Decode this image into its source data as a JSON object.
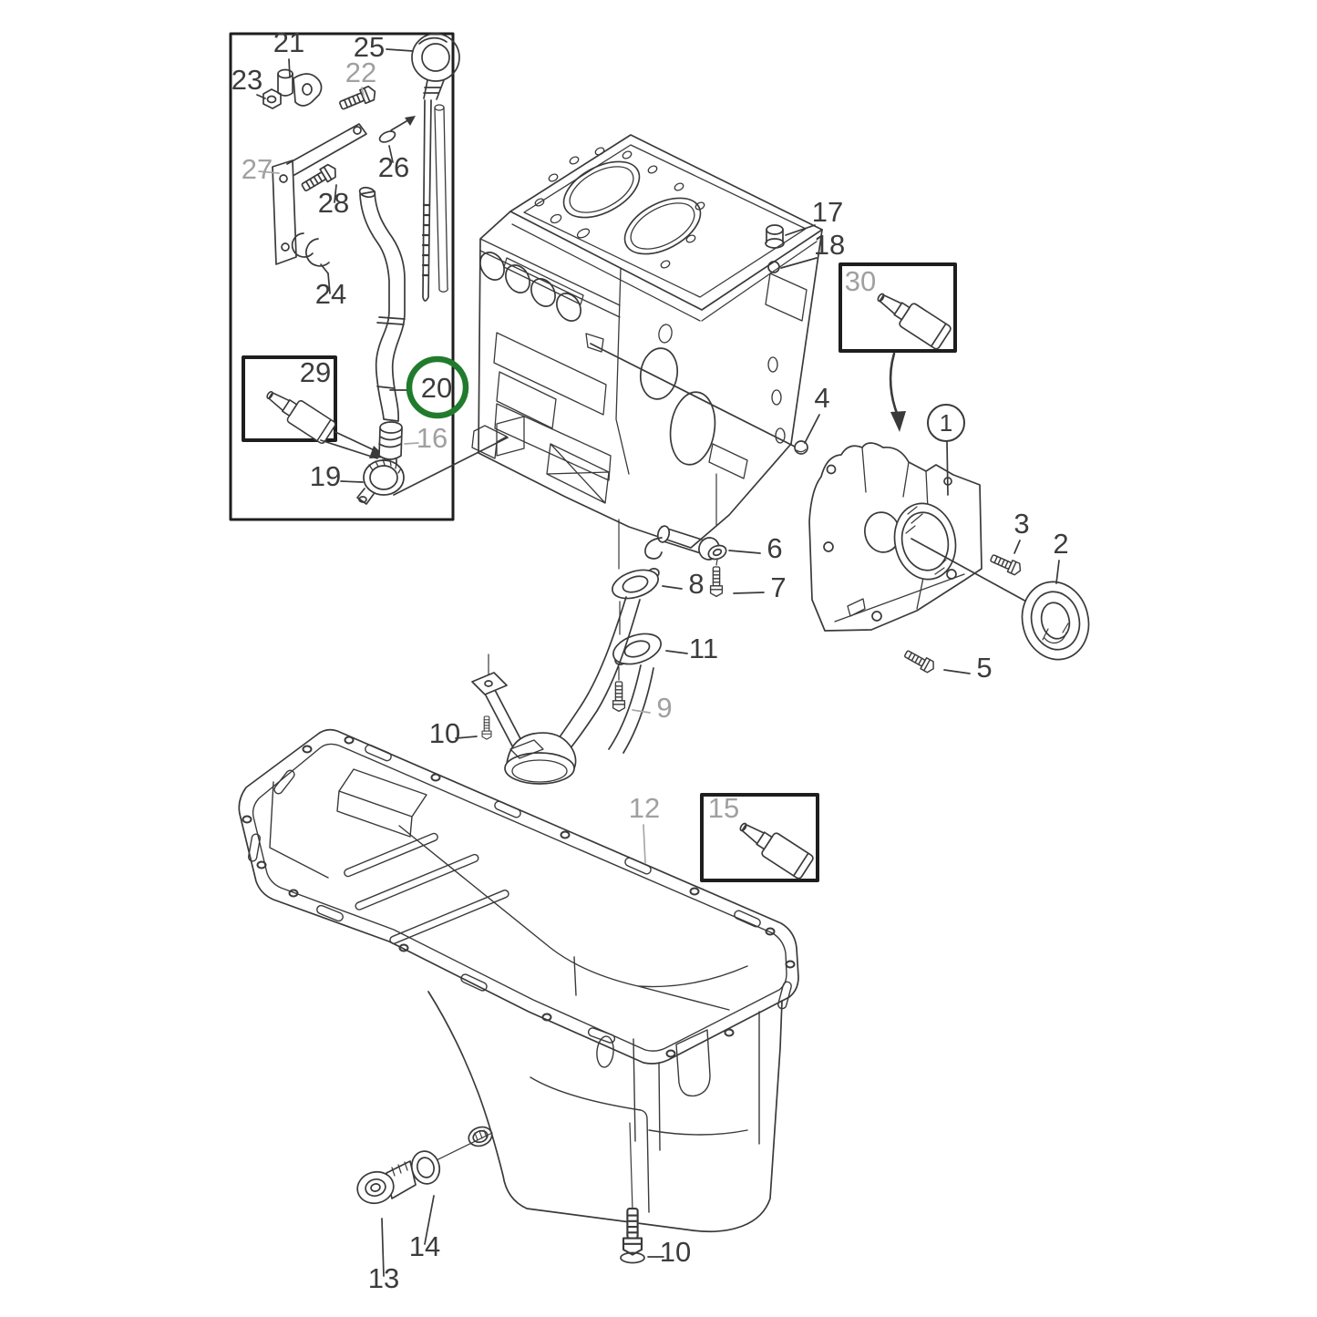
{
  "colors": {
    "line": "#3a3a3a",
    "callout_dark": "#3c3c3c",
    "callout_gray": "#a0a0a0",
    "highlight_green": "#217b2d",
    "box_border": "#1e1e1e",
    "background": "#ffffff"
  },
  "callouts": {
    "c1": "1",
    "c2": "2",
    "c3": "3",
    "c4": "4",
    "c5": "5",
    "c6": "6",
    "c7": "7",
    "c8": "8",
    "c9": "9",
    "c10": "10",
    "c11": "11",
    "c12": "12",
    "c13": "13",
    "c14": "14",
    "c15": "15",
    "c16": "16",
    "c17": "17",
    "c18": "18",
    "c19": "19",
    "c20": "20",
    "c21": "21",
    "c22": "22",
    "c23": "23",
    "c24": "24",
    "c25": "25",
    "c26": "26",
    "c27": "27",
    "c28": "28",
    "c29": "29",
    "c30": "30"
  },
  "highlight": {
    "part_number": "20",
    "marker": "green-circle",
    "color": "#217b2d"
  },
  "circled_callout": "1",
  "inset_box_labels": [
    "29",
    "30",
    "15"
  ],
  "muted_callouts": [
    "9",
    "12",
    "15",
    "16",
    "22",
    "27",
    "30"
  ],
  "repeated_callouts": [
    "10"
  ]
}
